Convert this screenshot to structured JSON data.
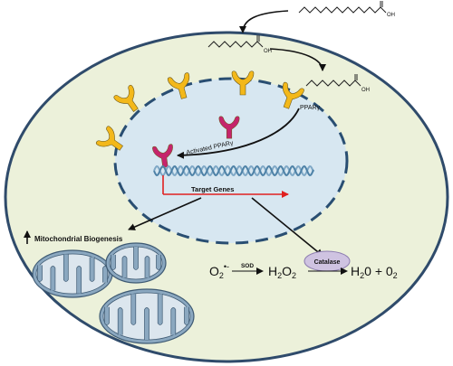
{
  "labels": {
    "fatty_acid_oh": "OH",
    "ppar_receptor": "PPARγ",
    "activated_ppar": "Activated PPARγ",
    "target_genes": "Target Genes",
    "mitochondrial_biogenesis": "Mitochondrial  Biogenesis",
    "catalase": "Catalase",
    "sod": "SOD"
  },
  "reaction": {
    "superoxide": "O",
    "superoxide_sub": "2",
    "superoxide_sup": "•-",
    "peroxide": "H",
    "peroxide_sub1": "2",
    "peroxide_mid": "O",
    "peroxide_sub2": "2",
    "water": "H",
    "water_sub": "2",
    "water_rest": "0 + 0",
    "oxygen_sub": "2"
  },
  "icons": {
    "up_arrow": "up-arrow-icon",
    "receptor": "ppar-receptor-icon",
    "dna": "dna-helix-icon",
    "mitochondrion": "mitochondrion-icon"
  },
  "colors": {
    "cell_fill": "#ECF1DA",
    "cell_stroke": "#2F4B6B",
    "nucleus_fill": "#D7E7F1",
    "nucleus_stroke": "#294E72",
    "receptor_inactive": "#F3B81A",
    "receptor_active": "#C5246C",
    "dna": "#4E82A7",
    "target_arrow": "#E02020",
    "catalase_fill": "#CFC3E1",
    "mito_fill": "#8BA8C0"
  }
}
